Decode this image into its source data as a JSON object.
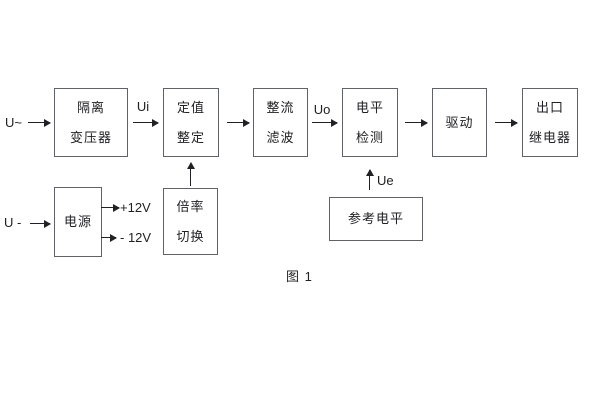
{
  "diagram": {
    "caption": "图 1",
    "inputs": {
      "ac_label": "U~",
      "dc_label": "U -"
    },
    "signals": {
      "ui": "Ui",
      "uo": "Uo",
      "ue": "Ue"
    },
    "power_rails": {
      "positive": "+12V",
      "negative": "- 12V"
    },
    "blocks": {
      "isolation_transformer": {
        "line1": "隔离",
        "line2": "变压器"
      },
      "setting_adjust": {
        "line1": "定值",
        "line2": "整定"
      },
      "rectifier_filter": {
        "line1": "整流",
        "line2": "滤波"
      },
      "level_detect": {
        "line1": "电平",
        "line2": "检测"
      },
      "drive": {
        "label": "驱动"
      },
      "output_relay": {
        "line1": "出口",
        "line2": "继电器"
      },
      "power_supply": {
        "label": "电源"
      },
      "ratio_switch": {
        "line1": "倍率",
        "line2": "切换"
      },
      "reference_level": {
        "label": "参考电平"
      }
    },
    "colors": {
      "background": "#ffffff",
      "box_border": "#5f6368",
      "text": "#202124",
      "line": "#202124"
    }
  }
}
